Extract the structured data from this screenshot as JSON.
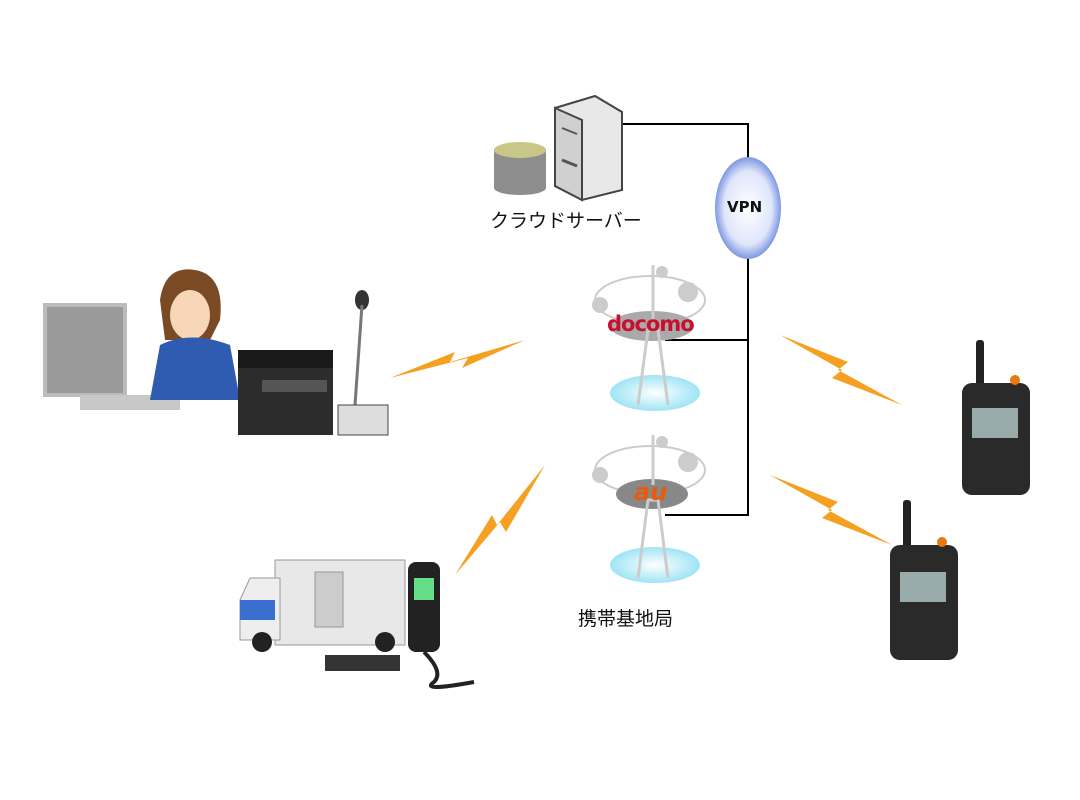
{
  "labels": {
    "cloud_server": "クラウドサーバー",
    "vpn": "VPN",
    "docomo": "docomo",
    "au": "au",
    "base_station": "携帯基地局"
  },
  "colors": {
    "lightning": "#f5a020",
    "docomo": "#c8102e",
    "au": "#e85a0c",
    "vpn_gradient": "#3a5fd0",
    "line": "#000000"
  },
  "icons": [
    "server-icon",
    "database-icon",
    "vpn-icon",
    "cell-tower-icon",
    "operator-icon",
    "dispatch-console-icon",
    "desk-microphone-icon",
    "truck-icon",
    "mobile-radio-icon",
    "handheld-radio-icon",
    "lightning-icon"
  ]
}
